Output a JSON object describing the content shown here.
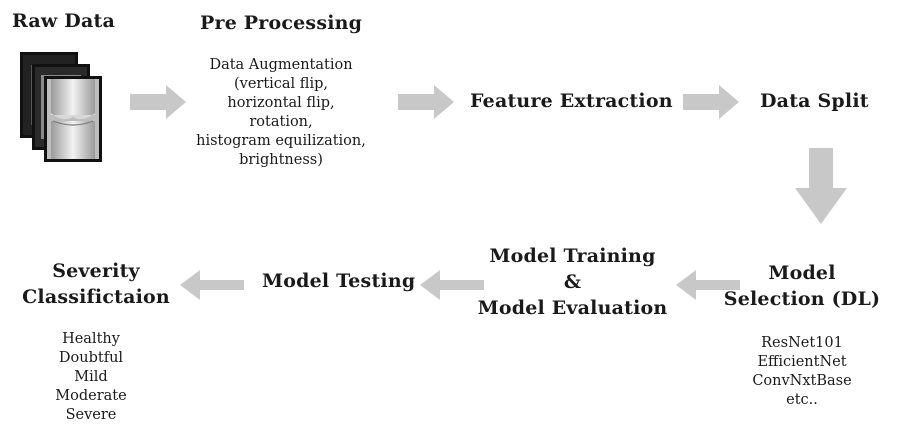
{
  "nodes": {
    "raw_data": {
      "title": "Raw Data"
    },
    "pre_processing": {
      "title": "Pre Processing",
      "details": [
        "Data Augmentation",
        "(vertical flip,",
        "horizontal flip,",
        "rotation,",
        "histogram equilization,",
        "brightness)"
      ]
    },
    "feature_extraction": {
      "title": "Feature Extraction"
    },
    "data_split": {
      "title": "Data Split"
    },
    "model_selection": {
      "title_lines": [
        "Model",
        "Selection (DL)"
      ],
      "details": [
        "ResNet101",
        "EfficientNet",
        "ConvNxtBase",
        "etc.."
      ]
    },
    "model_training": {
      "title_lines": [
        "Model Training",
        "&",
        "Model Evaluation"
      ]
    },
    "model_testing": {
      "title": "Model Testing"
    },
    "severity": {
      "title_lines": [
        "Severity",
        "Classifictaion"
      ],
      "details": [
        "Healthy",
        "Doubtful",
        "Mild",
        "Moderate",
        "Severe"
      ]
    }
  },
  "colors": {
    "arrow": "#c8c8c8",
    "text": "#1a1a1a"
  },
  "icons": {
    "raw_data_image": "knee-xray-stack-icon"
  }
}
